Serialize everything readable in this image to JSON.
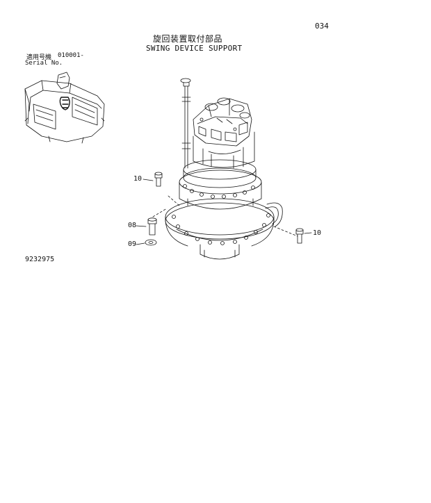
{
  "header": {
    "page_number": "034",
    "title_jp": "旋回装置取付部品",
    "title_en": "SWING DEVICE SUPPORT"
  },
  "serial": {
    "label_jp": "適用号機",
    "value": "010001-",
    "label_en": "Serial No."
  },
  "callouts": {
    "bolt_upper": "10",
    "bolt_left": "08",
    "washer": "09",
    "bolt_right": "10"
  },
  "footer": {
    "drawing_number": "9232975"
  }
}
